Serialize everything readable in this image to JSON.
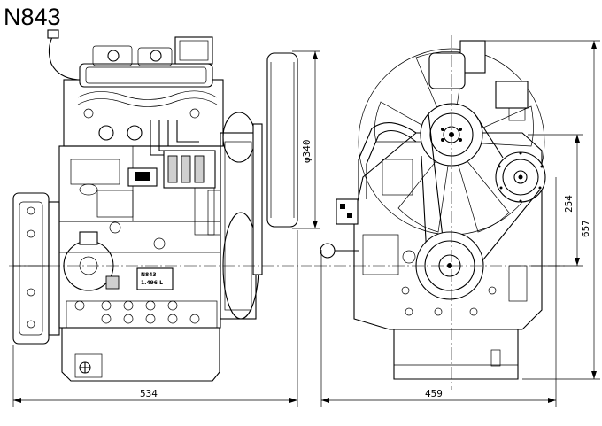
{
  "title": "N843",
  "dimensions": {
    "side_length": "534",
    "front_width": "459",
    "fan_diameter": "φ340",
    "crank_height": "254",
    "total_height": "657"
  },
  "nameplate": {
    "model": "N843",
    "displacement": "1.496 L"
  }
}
